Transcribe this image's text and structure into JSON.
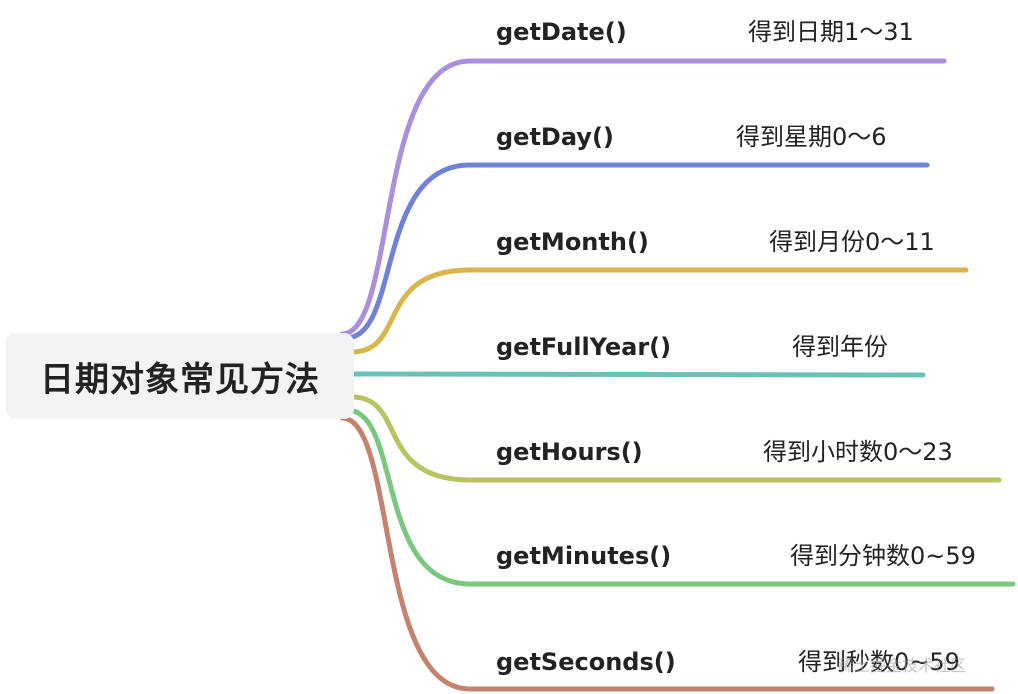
{
  "root": {
    "label": "日期对象常见方法"
  },
  "branches": [
    {
      "method": "getDate()",
      "desc": "得到日期1～31",
      "color": "#a98fdc"
    },
    {
      "method": "getDay()",
      "desc": "得到星期0～6",
      "color": "#6f82d6"
    },
    {
      "method": "getMonth()",
      "desc": "得到月份0～11",
      "color": "#d9b64c"
    },
    {
      "method": "getFullYear()",
      "desc": "得到年份",
      "color": "#6cc1b6"
    },
    {
      "method": "getHours()",
      "desc": "得到小时数0～23",
      "color": "#b8c462"
    },
    {
      "method": "getMinutes()",
      "desc": "得到分钟数0~59",
      "color": "#7cc77f"
    },
    {
      "method": "getSeconds()",
      "desc": "得到秒数0~59",
      "color": "#c4836f"
    }
  ],
  "watermark": "稀土掘金技术社区"
}
